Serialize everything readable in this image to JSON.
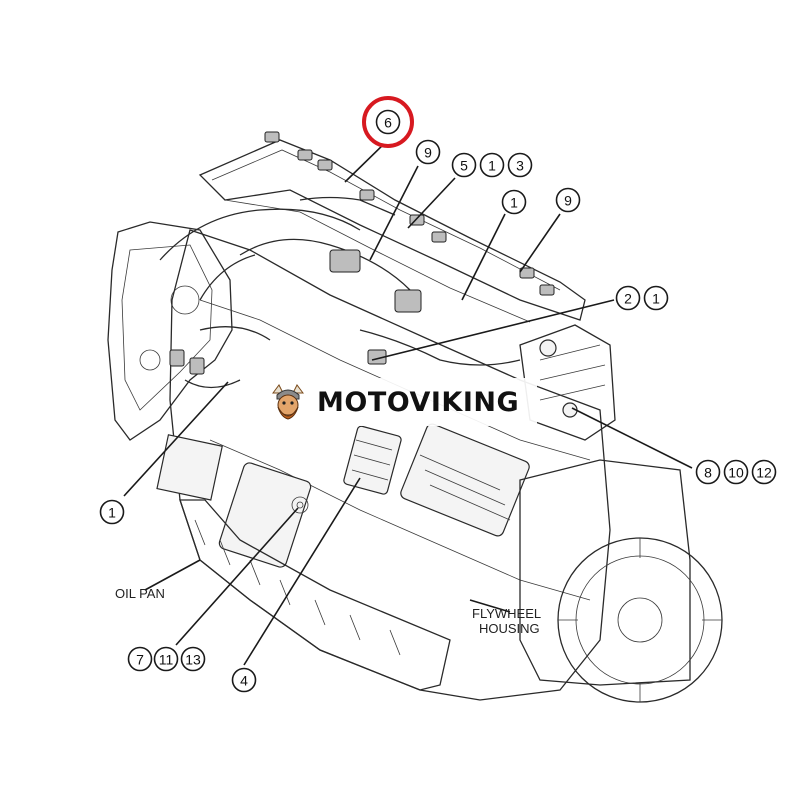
{
  "diagram": {
    "highlight_color": "#d71920",
    "callouts": [
      {
        "id": "c6",
        "label": "6",
        "highlighted": true
      },
      {
        "id": "c9a",
        "label": "9"
      },
      {
        "id": "c5",
        "label": "5"
      },
      {
        "id": "c1a",
        "label": "1"
      },
      {
        "id": "c3",
        "label": "3"
      },
      {
        "id": "c1b",
        "label": "1"
      },
      {
        "id": "c9b",
        "label": "9"
      },
      {
        "id": "c2",
        "label": "2"
      },
      {
        "id": "c1c",
        "label": "1"
      },
      {
        "id": "c8",
        "label": "8"
      },
      {
        "id": "c10",
        "label": "10"
      },
      {
        "id": "c12",
        "label": "12"
      },
      {
        "id": "c1d",
        "label": "1"
      },
      {
        "id": "c7",
        "label": "7"
      },
      {
        "id": "c11",
        "label": "11"
      },
      {
        "id": "c13",
        "label": "13"
      },
      {
        "id": "c4",
        "label": "4"
      }
    ],
    "labels": {
      "oil_pan": "OIL PAN",
      "flywheel_line1": "FLYWHEEL",
      "flywheel_line2": "HOUSING"
    }
  },
  "watermark": {
    "text": "MOTOVIKING"
  }
}
